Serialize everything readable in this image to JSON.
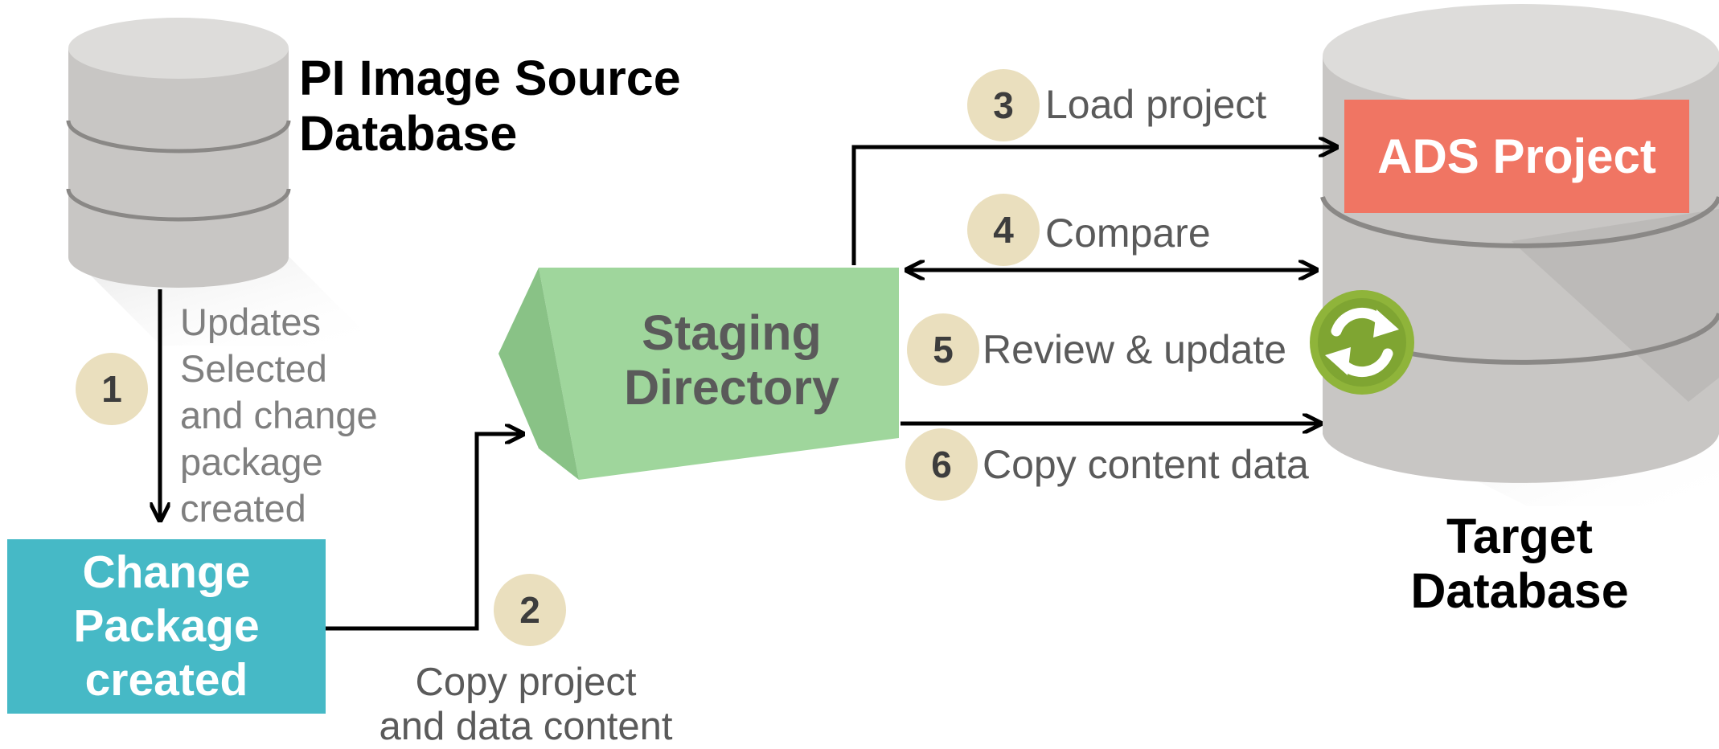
{
  "source": {
    "title_line1": "PI Image Source",
    "title_line2": "Database"
  },
  "target": {
    "title_line1": "Target",
    "title_line2": "Database",
    "project_label": "ADS Project"
  },
  "change_package": {
    "line1": "Change",
    "line2": "Package",
    "line3": "created"
  },
  "staging": {
    "line1": "Staging",
    "line2": "Directory"
  },
  "steps": [
    {
      "number": "1",
      "lines": [
        "Updates",
        "Selected",
        "and change",
        "package",
        "created"
      ]
    },
    {
      "number": "2",
      "lines": [
        "Copy project",
        "and data content"
      ]
    },
    {
      "number": "3",
      "lines": [
        "Load project"
      ]
    },
    {
      "number": "4",
      "lines": [
        "Compare"
      ]
    },
    {
      "number": "5",
      "lines": [
        "Review & update"
      ]
    },
    {
      "number": "6",
      "lines": [
        "Copy content data"
      ]
    }
  ],
  "colors": {
    "cylinder": "#c8c6c4",
    "change_package": "#46b9c6",
    "staging": "#9fd69c",
    "ads_project": "#f07563",
    "step_circle": "#eadfbe",
    "sync_icon": "#8fb43a"
  },
  "icons": {
    "sync": "sync-icon"
  }
}
